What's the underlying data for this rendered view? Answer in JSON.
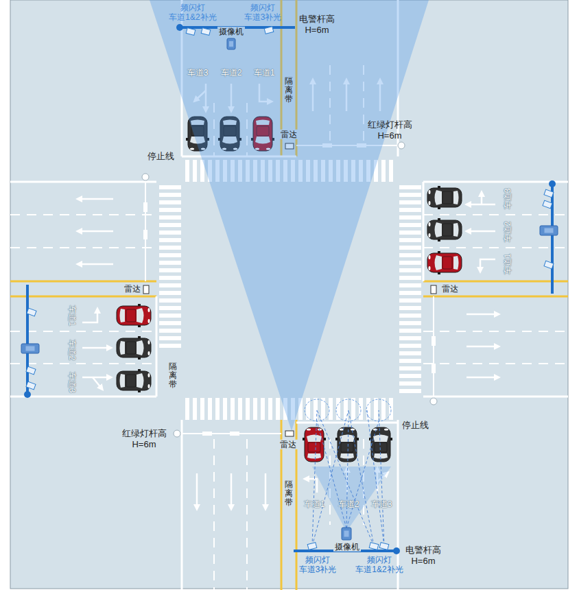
{
  "diagram": {
    "labels": [
      "频闪灯 车道1&2补光",
      "频闪灯 车道3补光",
      "电警杆高 H=6m",
      "摄像机",
      "车道3",
      "车道2",
      "车道1",
      "隔离带",
      "雷达",
      "红绿灯杆高 H=6m",
      "停止线",
      "车道3",
      "车道2",
      "车道1",
      "雷达",
      "雷达",
      "车道1",
      "车道2",
      "车道3",
      "隔离带",
      "红绿灯杆高 H=6m",
      "停止线",
      "雷达",
      "隔离带",
      "车道1",
      "车道2",
      "车道3",
      "摄像机",
      "电警杆高 H=6m",
      "频闪灯 车道3补光",
      "频闪灯 车道1&2补光"
    ]
  }
}
